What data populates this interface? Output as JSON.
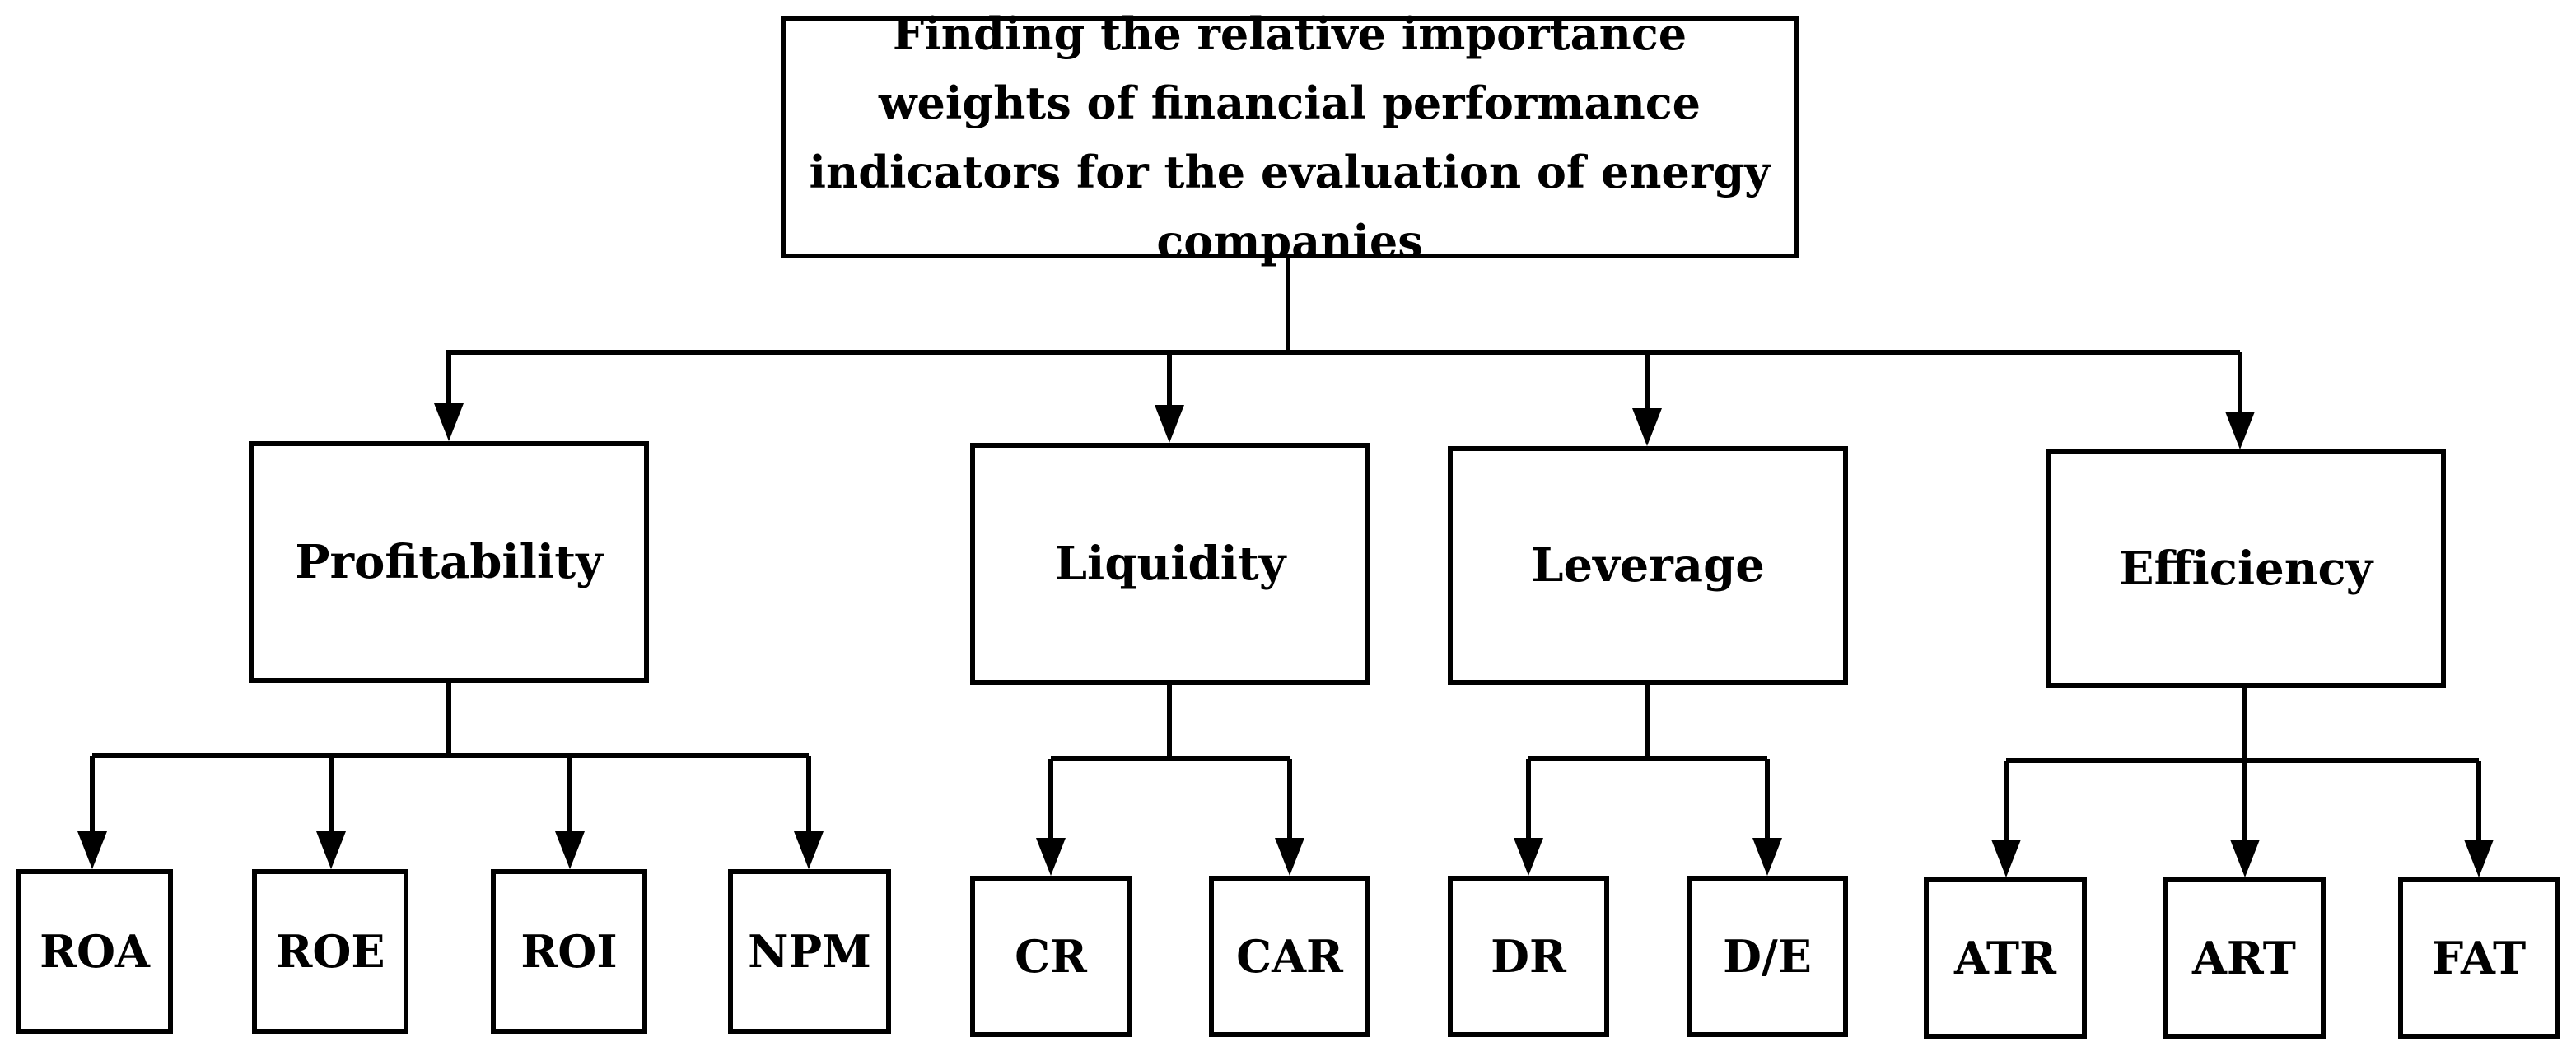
{
  "root": {
    "text": "Finding the relative importance weights of financial performance indicators for the evaluation of energy companies"
  },
  "categories": [
    {
      "label": "Profitability",
      "indicators": [
        "ROA",
        "ROE",
        "ROI",
        "NPM"
      ]
    },
    {
      "label": "Liquidity",
      "indicators": [
        "CR",
        "CAR"
      ]
    },
    {
      "label": "Leverage",
      "indicators": [
        "DR",
        "D/E"
      ]
    },
    {
      "label": "Efficiency",
      "indicators": [
        "ATR",
        "ART",
        "FAT"
      ]
    }
  ],
  "colors": {
    "line": "#000000",
    "background": "#ffffff"
  }
}
